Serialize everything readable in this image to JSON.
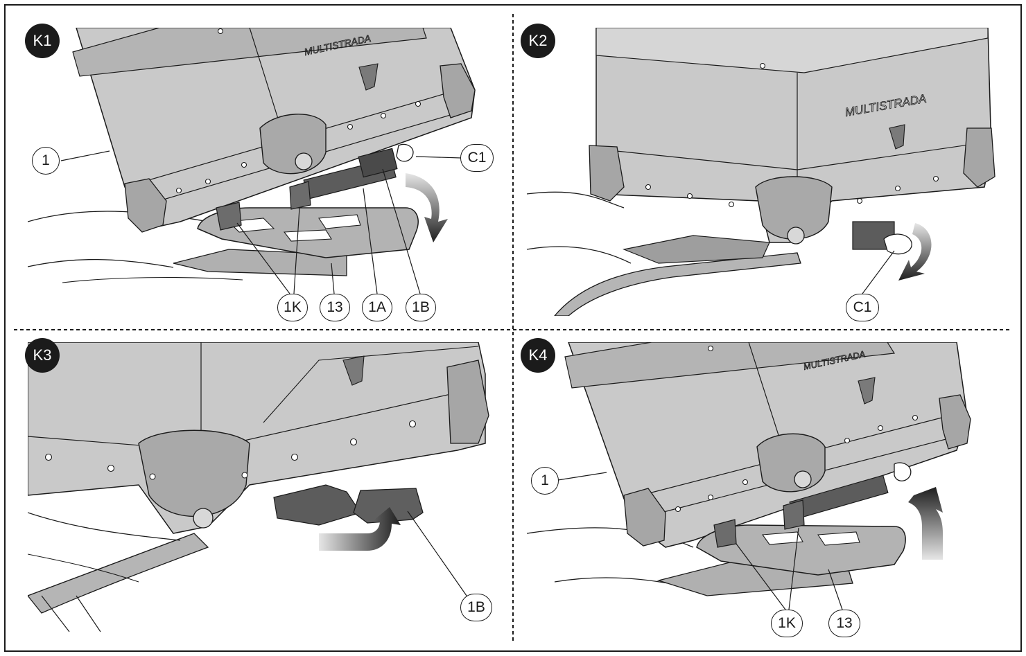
{
  "panels": [
    {
      "label": "K1"
    },
    {
      "label": "K2"
    },
    {
      "label": "K3"
    },
    {
      "label": "K4"
    }
  ],
  "callouts": {
    "k1": [
      "1",
      "C1",
      "1K",
      "13",
      "1A",
      "1B"
    ],
    "k2": [
      "C1"
    ],
    "k3": [
      "1B"
    ],
    "k4": [
      "1",
      "1K",
      "13"
    ]
  },
  "brand_text": "MULTISTRADA",
  "colors": {
    "case_fill": "#c9c9c9",
    "case_dark": "#9a9a9a",
    "outline": "#1b1b1b",
    "badge": "#1b1b1b",
    "arrow_dark": "#1e1e1e"
  }
}
